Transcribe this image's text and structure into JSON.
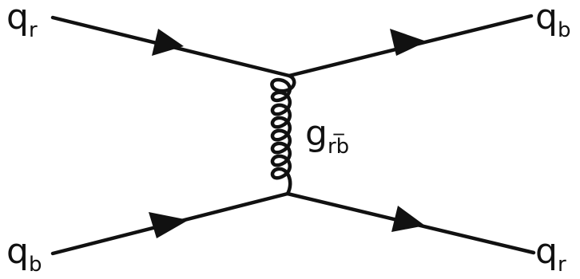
{
  "labels": {
    "top_left": {
      "main": "q",
      "sub": "r"
    },
    "top_right": {
      "main": "q",
      "sub": "b"
    },
    "bottom_left": {
      "main": "q",
      "sub": "b"
    },
    "bottom_right": {
      "main": "q",
      "sub": "r"
    },
    "gluon": {
      "main": "g",
      "sub": "rb̅"
    }
  }
}
